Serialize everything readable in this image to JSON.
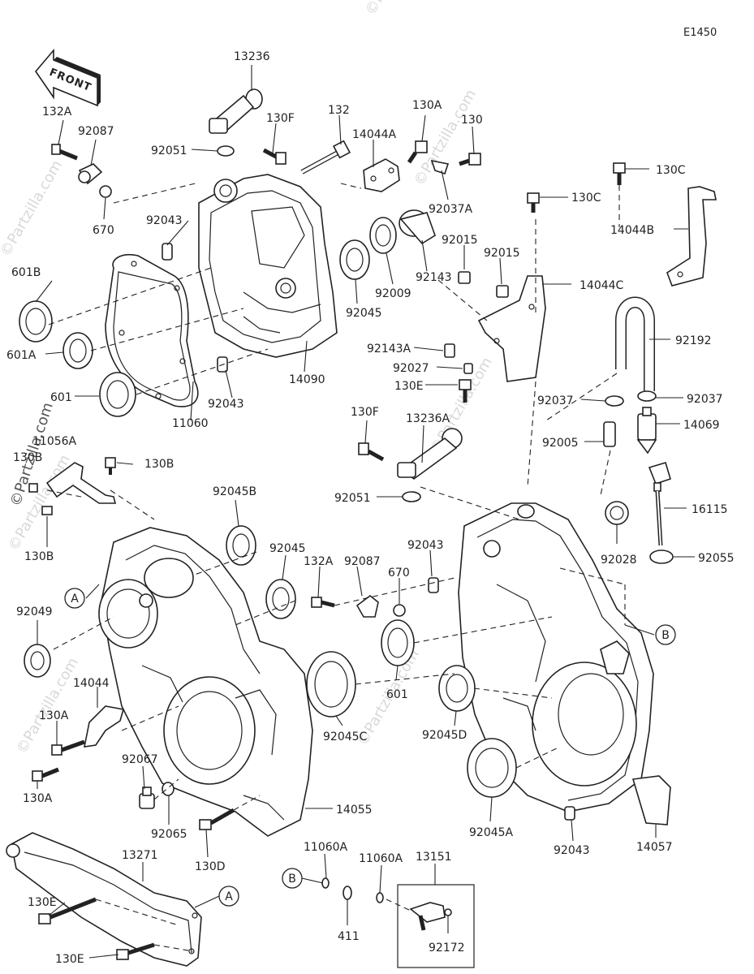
{
  "diagram_code": "E1450",
  "front_label": "FRONT",
  "watermark": "©Partzilla.com",
  "callouts": [
    "A",
    "B"
  ],
  "parts": [
    "13236",
    "132A",
    "92087",
    "130F",
    "132",
    "130A",
    "130",
    "14044A",
    "92051",
    "670",
    "92043",
    "92037A",
    "130C",
    "130C",
    "14044B",
    "601B",
    "92015",
    "92015",
    "92143",
    "92009",
    "92045",
    "14044C",
    "601A",
    "14090",
    "92143A",
    "92192",
    "92027",
    "601",
    "92043",
    "11060",
    "130E",
    "92037",
    "92037",
    "14069",
    "130F",
    "13236A",
    "11056A",
    "130B",
    "130B",
    "92005",
    "130B",
    "92045B",
    "92051",
    "16115",
    "92045",
    "132A",
    "92087",
    "92043",
    "670",
    "92028",
    "92055",
    "92049",
    "14044",
    "130A",
    "601",
    "92045D",
    "92045C",
    "92067",
    "130A",
    "92045A",
    "14055",
    "92065",
    "130D",
    "14057",
    "92043",
    "11060A",
    "11060A",
    "13151",
    "13271",
    "130E",
    "411",
    "130E",
    "92172"
  ]
}
